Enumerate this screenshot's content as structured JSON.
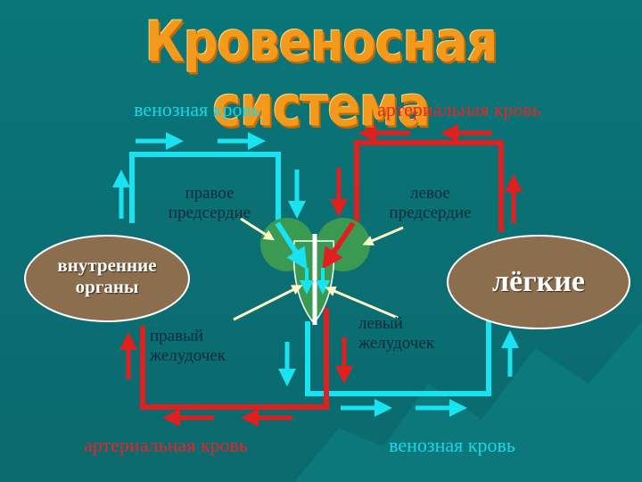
{
  "title": "Кровеносная система",
  "labels": {
    "venous_top": "венозная кровь",
    "arterial_top": "артериальная кровь",
    "right_atrium": "правое\nпредсердие",
    "left_atrium": "левое\nпредсердие",
    "internal_organs": "внутренние\nорганы",
    "lungs": "лёгкие",
    "right_ventricle": "правый\nжелудочек",
    "left_ventricle": "левый\nжелудочек",
    "arterial_bottom": "артериальная кровь",
    "venous_bottom": "венозная кровь"
  },
  "colors": {
    "venous": "#19e3f0",
    "arterial": "#e21f1f",
    "organ_fill": "#8b6e4e",
    "heart_fill": "#3a9a52"
  }
}
